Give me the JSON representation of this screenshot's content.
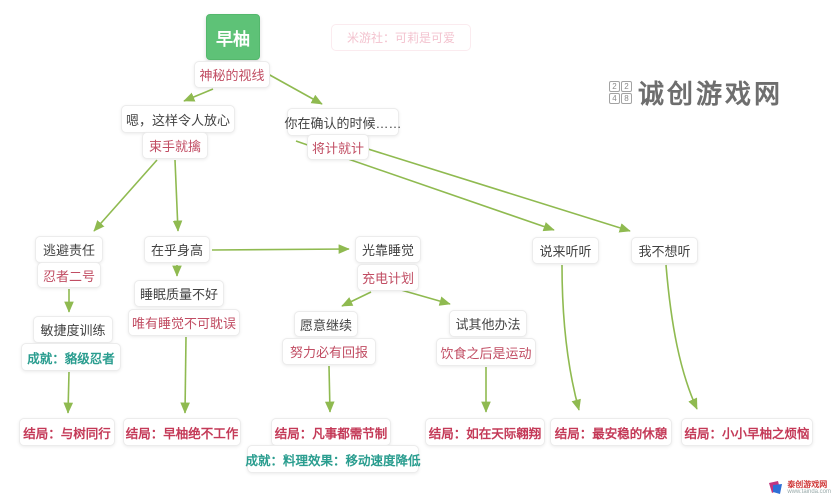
{
  "logo": {
    "text": "诚创游戏网",
    "grid": [
      "2",
      "2",
      "4",
      "8"
    ]
  },
  "corner_watermark": {
    "title": "泰创游戏网",
    "url": "www.tainda.com"
  },
  "colors": {
    "arrow": "#8fba50",
    "root_bg": "#5ec277",
    "choice_red": "#c14d63",
    "ending_red": "#c43a58",
    "achievement_teal": "#2a9d8f",
    "faded_pink": "#f3c3cf"
  },
  "nodes": [
    {
      "id": "sayu-root",
      "label": "早柚"
    },
    {
      "id": "faded-watermark",
      "label": "米游社：可莉是可爱"
    },
    {
      "id": "mysterious-gaze",
      "label": "神秘的视线"
    },
    {
      "id": "reassuring",
      "label": "嗯，这样令人放心"
    },
    {
      "id": "surrender",
      "label": "束手就擒"
    },
    {
      "id": "while-confirming",
      "label": "你在确认的时候……"
    },
    {
      "id": "counter-plan",
      "label": "将计就计"
    },
    {
      "id": "evade-duty",
      "label": "逃避责任"
    },
    {
      "id": "ninja-no2",
      "label": "忍者二号"
    },
    {
      "id": "height-matters",
      "label": "在乎身高"
    },
    {
      "id": "poor-sleep",
      "label": "睡眠质量不好"
    },
    {
      "id": "sleep-first",
      "label": "唯有睡觉不可耽误"
    },
    {
      "id": "agility-training",
      "label": "敏捷度训练"
    },
    {
      "id": "achievement-tanuki",
      "label": "成就：貉级忍者"
    },
    {
      "id": "only-sleeping",
      "label": "光靠睡觉"
    },
    {
      "id": "charging-plan",
      "label": "充电计划"
    },
    {
      "id": "tell-me",
      "label": "说来听听"
    },
    {
      "id": "dont-want-hear",
      "label": "我不想听"
    },
    {
      "id": "willing-continue",
      "label": "愿意继续"
    },
    {
      "id": "effort-rewarded",
      "label": "努力必有回报"
    },
    {
      "id": "try-other-ways",
      "label": "试其他办法"
    },
    {
      "id": "diet-then-exercise",
      "label": "饮食之后是运动"
    },
    {
      "id": "ending-tree",
      "label": "结局：与树同行"
    },
    {
      "id": "ending-no-work",
      "label": "结局：早柚绝不工作"
    },
    {
      "id": "ending-moderation",
      "label": "结局：凡事都需节制"
    },
    {
      "id": "achievement-cooking",
      "label": "成就：料理效果：移动速度降低"
    },
    {
      "id": "ending-soar",
      "label": "结局：如在天际翱翔"
    },
    {
      "id": "ending-rest",
      "label": "结局：最安稳的休憩"
    },
    {
      "id": "ending-worries",
      "label": "结局：小小早柚之烦恼"
    }
  ]
}
